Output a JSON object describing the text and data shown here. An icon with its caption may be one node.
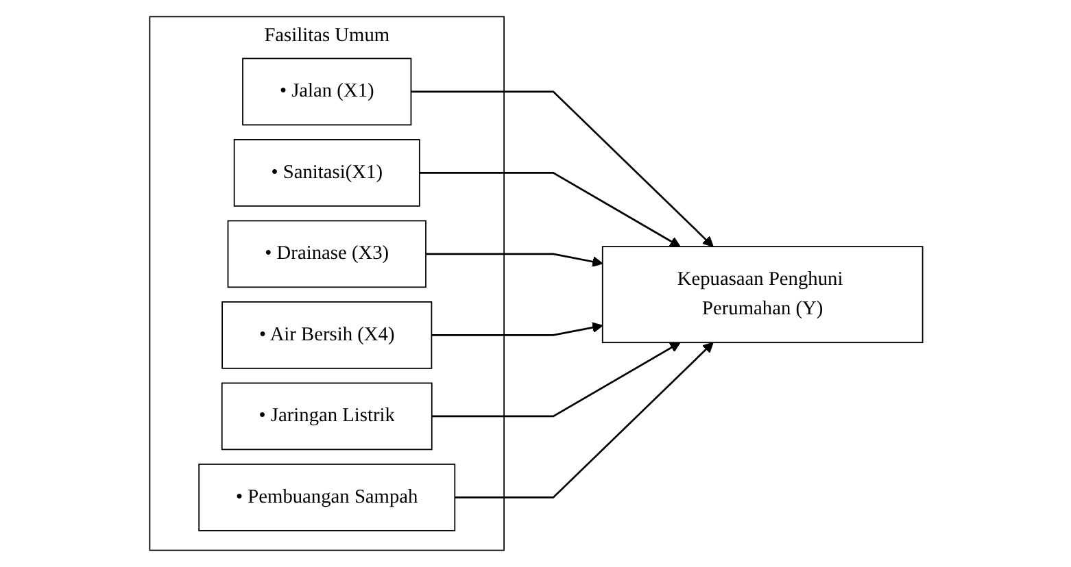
{
  "diagram": {
    "nodes": [
      {
        "text": [
          "Fasilitas Umum"
        ]
      },
      {
        "text": [
          "• Jalan (X1)"
        ],
        "in": 0
      },
      {
        "text": [
          "• Sanitasi(X1)"
        ],
        "in": 0
      },
      {
        "text": [
          "• Drainase (X3)"
        ],
        "in": 0
      },
      {
        "text": [
          "• Air Bersih (X4)"
        ],
        "in": 0
      },
      {
        "text": [
          "• Jaringan Listrik"
        ],
        "in": 0
      },
      {
        "text": [
          "• Pembuangan Sampah"
        ],
        "in": 0
      },
      {
        "text": [
          "Kepuasaan Penghuni Perumahan (Y)"
        ]
      }
    ],
    "edges": [
      {
        "from": 1,
        "to": 7,
        "arrow": "to"
      },
      {
        "from": 2,
        "to": 7,
        "arrow": "to"
      },
      {
        "from": 3,
        "to": 7,
        "arrow": "to"
      },
      {
        "from": 4,
        "to": 7,
        "arrow": "to"
      },
      {
        "from": 5,
        "to": 7,
        "arrow": "to"
      },
      {
        "from": 6,
        "to": 7,
        "arrow": "to"
      }
    ]
  }
}
